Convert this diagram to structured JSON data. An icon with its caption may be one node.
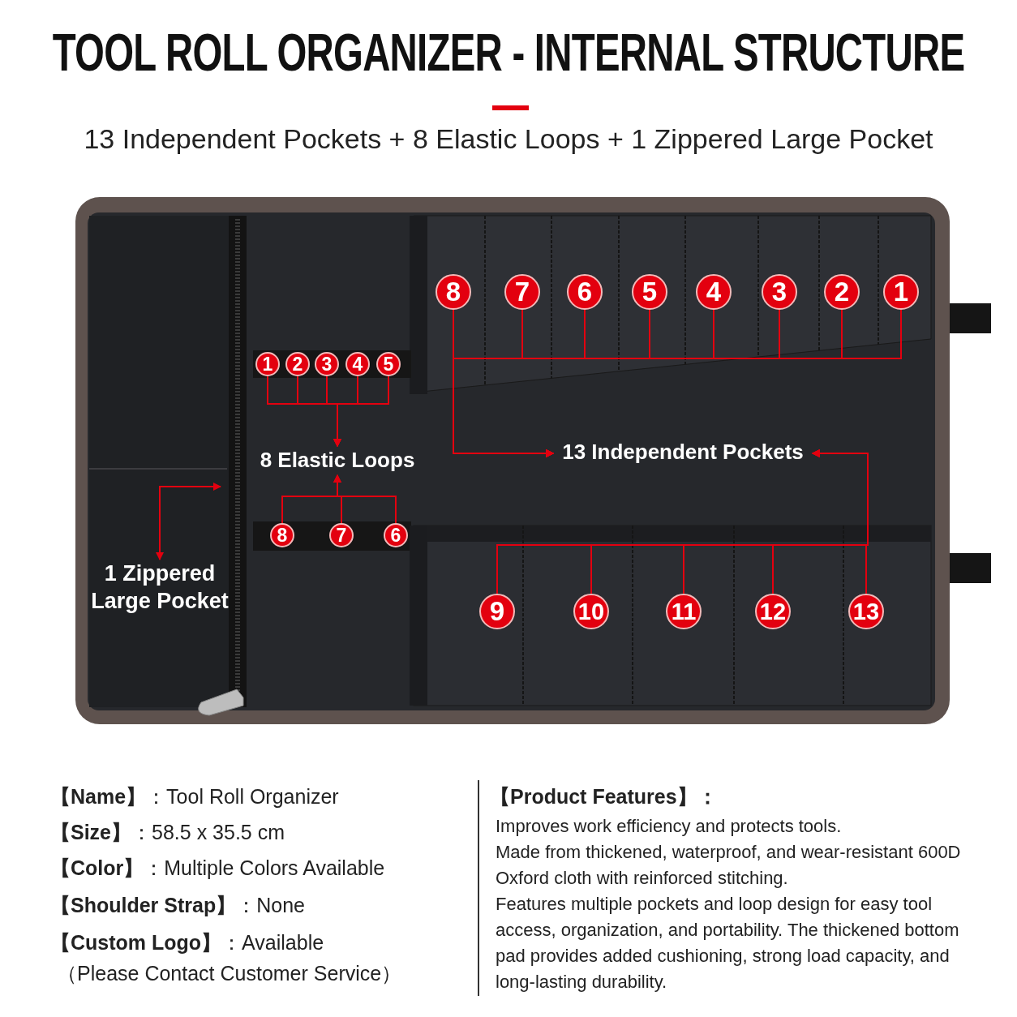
{
  "diagram": {
    "title": "TOOL ROLL ORGANIZER - INTERNAL STRUCTURE",
    "nodes": [
      {
        "text": [
          "8"
        ]
      },
      {
        "text": [
          "7"
        ]
      },
      {
        "text": [
          "6"
        ]
      },
      {
        "text": [
          "5"
        ]
      },
      {
        "text": [
          "4"
        ]
      },
      {
        "text": [
          "3"
        ]
      },
      {
        "text": [
          "2"
        ]
      },
      {
        "text": [
          "1"
        ]
      },
      {
        "text": [
          "1"
        ]
      },
      {
        "text": [
          "2"
        ]
      },
      {
        "text": [
          "3"
        ]
      },
      {
        "text": [
          "4"
        ]
      },
      {
        "text": [
          "5"
        ]
      },
      {
        "text": [
          "8 Elastic Loops"
        ]
      },
      {
        "text": [
          "13 Independent Pockets"
        ]
      },
      {
        "text": [
          "8"
        ]
      },
      {
        "text": [
          "7"
        ]
      },
      {
        "text": [
          "6"
        ]
      },
      {
        "text": [
          "1 Zippered Large Pocket"
        ]
      },
      {
        "text": [
          "9"
        ]
      },
      {
        "text": [
          "10"
        ]
      },
      {
        "text": [
          "11"
        ]
      },
      {
        "text": [
          "12"
        ]
      },
      {
        "text": [
          "13"
        ]
      }
    ],
    "edges": [
      {
        "from": 0,
        "to": 14,
        "arrow": "to"
      },
      {
        "from": 1,
        "to": 14,
        "arrow": "to"
      },
      {
        "from": 2,
        "to": 14,
        "arrow": "to"
      },
      {
        "from": 3,
        "to": 14,
        "arrow": "to"
      },
      {
        "from": 4,
        "to": 14,
        "arrow": "to"
      },
      {
        "from": 5,
        "to": 14,
        "arrow": "to"
      },
      {
        "from": 6,
        "to": 14,
        "arrow": "to"
      },
      {
        "from": 7,
        "to": 14,
        "arrow": "to"
      },
      {
        "from": 8,
        "to": 13,
        "arrow": "to"
      },
      {
        "from": 9,
        "to": 13,
        "arrow": "to"
      },
      {
        "from": 10,
        "to": 13,
        "arrow": "to"
      },
      {
        "from": 11,
        "to": 13,
        "arrow": "to"
      },
      {
        "from": 12,
        "to": 13,
        "arrow": "to"
      },
      {
        "from": 15,
        "to": 13,
        "arrow": "to"
      },
      {
        "from": 16,
        "to": 13,
        "arrow": "to"
      },
      {
        "from": 17,
        "to": 13,
        "arrow": "to"
      },
      {
        "from": 18,
        "to": null,
        "arrow": "both"
      },
      {
        "from": 19,
        "to": 14,
        "arrow": "to"
      },
      {
        "from": 20,
        "to": 14,
        "arrow": "to"
      },
      {
        "from": 21,
        "to": 14,
        "arrow": "to"
      },
      {
        "from": 22,
        "to": 14,
        "arrow": "to"
      },
      {
        "from": 23,
        "to": 14,
        "arrow": "to"
      }
    ],
    "labels": [
      "13 Independent Pockets + 8 Elastic Loops + 1 Zippered Large Pocket",
      "**【Name】**：Tool Roll Organizer",
      "**【Size】**：58.5 x 35.5 cm",
      "**【Color】**：Multiple Colors Available",
      "**【Shoulder Strap】**：None",
      "**【Custom Logo】**：Available",
      "（Please Contact Customer Service）",
      "【Product Features】：",
      "Improves work efficiency and protects tools.",
      "Made from thickened, waterproof, and wear-resistant 600D Oxford cloth with reinforced stitching.",
      "Features multiple pockets and loop design for easy tool access, organization, and portability. The thickened bottom pad provides added cushioning, strong load capacity, and long-lasting durability."
    ]
  }
}
